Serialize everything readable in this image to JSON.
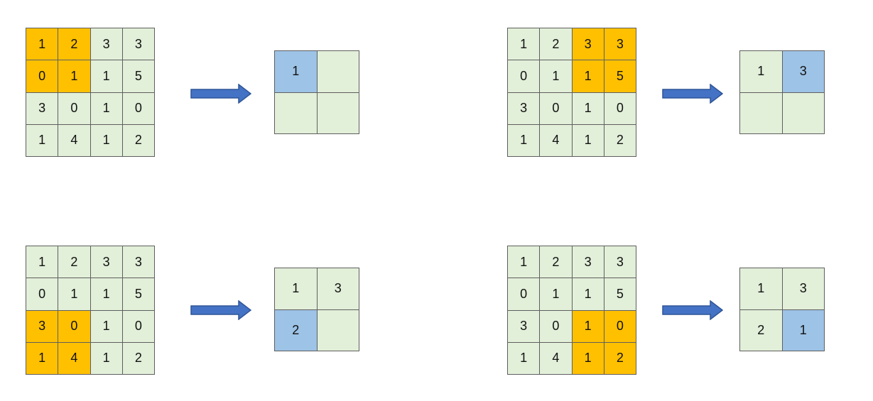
{
  "colors": {
    "cell_default": "#e2efd9",
    "cell_window": "#ffc000",
    "cell_output_active": "#9dc3e6",
    "grid_border": "#5f5f5f",
    "arrow_fill": "#4472c4",
    "arrow_stroke": "#2f5597"
  },
  "input_matrix": [
    [
      "1",
      "2",
      "3",
      "3"
    ],
    [
      "0",
      "1",
      "1",
      "5"
    ],
    [
      "3",
      "0",
      "1",
      "0"
    ],
    [
      "1",
      "4",
      "1",
      "2"
    ]
  ],
  "panels": [
    {
      "window_cells": [
        [
          0,
          0
        ],
        [
          0,
          1
        ],
        [
          1,
          0
        ],
        [
          1,
          1
        ]
      ],
      "output": [
        "1",
        "",
        "",
        ""
      ],
      "active_output": 0
    },
    {
      "window_cells": [
        [
          0,
          2
        ],
        [
          0,
          3
        ],
        [
          1,
          2
        ],
        [
          1,
          3
        ]
      ],
      "output": [
        "1",
        "3",
        "",
        ""
      ],
      "active_output": 1
    },
    {
      "window_cells": [
        [
          2,
          0
        ],
        [
          2,
          1
        ],
        [
          3,
          0
        ],
        [
          3,
          1
        ]
      ],
      "output": [
        "1",
        "3",
        "2",
        ""
      ],
      "active_output": 2
    },
    {
      "window_cells": [
        [
          2,
          2
        ],
        [
          2,
          3
        ],
        [
          3,
          2
        ],
        [
          3,
          3
        ]
      ],
      "output": [
        "1",
        "3",
        "2",
        "1"
      ],
      "active_output": 3
    }
  ]
}
